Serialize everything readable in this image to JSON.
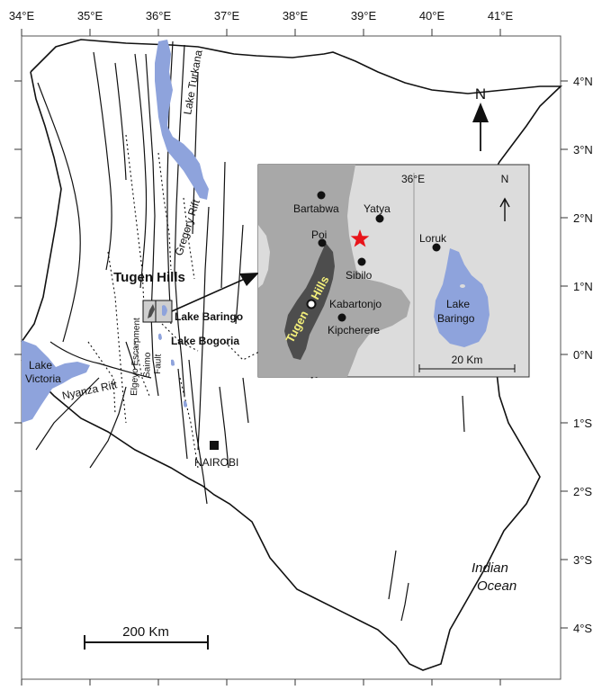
{
  "axes": {
    "top": [
      "34°E",
      "35°E",
      "36°E",
      "37°E",
      "38°E",
      "39°E",
      "40°E",
      "41°E"
    ],
    "right": [
      "4°N",
      "3°N",
      "2°N",
      "1°N",
      "0°N",
      "1°S",
      "2°S",
      "3°S",
      "4°S"
    ]
  },
  "labels": {
    "lake_turkana": "Lake Turkana",
    "gregory_rift": "Gregory Rift",
    "tugen_hills_main": "Tugen Hills",
    "lake_baringo": "Lake Baringo",
    "lake_bogoria": "Lake Bogoria",
    "elgeyo": "Elgeyo Escarpment",
    "saimo_1": "Saimo",
    "saimo_2": "Fault",
    "lake_victoria_1": "Lake",
    "lake_victoria_2": "Victoria",
    "nyanza_rift": "Nyanza Rift",
    "nairobi": "NAIROBI",
    "indian_ocean_1": "Indian",
    "indian_ocean_2": "Ocean",
    "north": "N",
    "scale": "200 Km"
  },
  "inset": {
    "meridian": "36°E",
    "north": "N",
    "scale": "20 Km",
    "places": {
      "bartabwa": "Bartabwa",
      "yatya": "Yatya",
      "poi": "Poi",
      "loruk": "Loruk",
      "sibilo": "Sibilo",
      "kabartonjo": "Kabartonjo",
      "kipcherere": "Kipcherere",
      "tugen": "Tugen",
      "hills": "Hills",
      "lake": "Lake",
      "baringo": "Baringo"
    }
  },
  "colors": {
    "water": "#8ea3dc",
    "inset_bg": "#dcdcdc",
    "inset_mid": "#a8a8a8",
    "inset_dark": "#4d4d4d",
    "star": "#e8141a",
    "hills_text": "#f2ee7a"
  }
}
